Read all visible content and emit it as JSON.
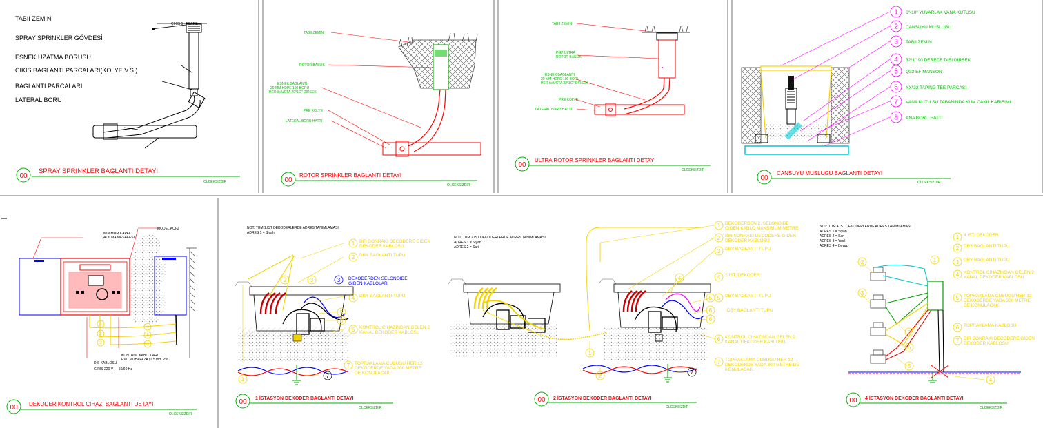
{
  "colors": {
    "frame": "#8c8c8c",
    "title_red": "#ff0000",
    "title_underline": "#00b000",
    "green_text": "#00d000",
    "magenta": "#ff00ff",
    "yellow": "#f2d400",
    "orange": "#ff9a00",
    "blue": "#0000ff",
    "cyan": "#00c8d2",
    "black": "#000000"
  },
  "panels": {
    "spray": {
      "title": "SPRAY SPRINKLER BAGLANTI DETAYI",
      "num": "00",
      "scale": "OLCEKSIZDIR",
      "labels": [
        "TABII ZEMIN",
        "SPRAY SPRINKLER GÖVDESİ",
        "ESNEK UZATMA BORUSU",
        "CIKIS BAGLANTI PARCALARI(KOLYE V.S.)",
        "BAGLANTI PARCALARI",
        "LATERAL BORU"
      ],
      "top_tag": "ÇIKIŞ 5 · FILTRE"
    },
    "rotor": {
      "title": "ROTOR SPRINKLER BAGLANTI DETAYI",
      "num": "00",
      "scale": "OLCEKSIZDIR",
      "labels": [
        "TABII ZEMIN",
        "ROTOR BASLIK",
        "ESNEK BAGLANTI",
        "20 MM HDPE 100 BORU",
        "HER iki UCTA 20*1/2\" DIRSEK",
        "PRE KOLYE",
        "LATERAL BORU HATTI"
      ]
    },
    "ultra": {
      "title": "ULTRA ROTOR SPRINKLER BAGLANTI DETAYI",
      "num": "00",
      "scale": "OLCEKSIZDIR",
      "labels": [
        "TABII ZEMIN",
        "PGP ULTRA",
        "ROTOR BASLIK",
        "ESNEK BAGLANTI",
        "20 MM HDPE 100 BORU",
        "HER iki UCTA 32*1/2\" DIRSEK",
        "PRE KOLYE",
        "LATERAL BORU HATTI"
      ]
    },
    "cansuyu": {
      "title": "CANSUYU MUSLUGU BAGLANTI DETAYI",
      "num": "00",
      "scale": "OLCEKSIZDIR",
      "legend": [
        {
          "n": "1",
          "text": "6\"-10\" YUVARLAK VANA KUTUSU"
        },
        {
          "n": "2",
          "text": "CANSUYU MUSLUGU"
        },
        {
          "n": "3",
          "text": "TABII ZEMIN"
        },
        {
          "n": "4",
          "text": "32*1\" 90 DERECE DISI DIRSEK"
        },
        {
          "n": "5",
          "text": "Q32 EF MANSON"
        },
        {
          "n": "6",
          "text": "XX*32 TAPING TEE PARCASI"
        },
        {
          "n": "7",
          "text": "VANA KUTU SU TABANINDA KUM CAKIL KARISIMI"
        },
        {
          "n": "8",
          "text": "ANA BORU HATTI"
        }
      ]
    },
    "dekoder": {
      "title": "DEKODER KONTROL CIHAZI BAGLANTI DETAYI",
      "num": "00",
      "scale": "OLCEKSIZDIR",
      "labels": [
        "MINIMUM KAPAK",
        "ACILMA MESAFESI",
        "MODEL ACI-2",
        "KONTROL KABLOLARI",
        "PVC MUHAFAZA (1.5 mm PVC",
        "DIS KABLOSU",
        "GIRIS 220 V — 50/60 Hz"
      ]
    },
    "ist1": {
      "title": "1 İSTASYON DEKODER BAGLANTI DETAYI",
      "num": "00",
      "scale": "OLCEKSIZDIR",
      "note": [
        "NOT: TUM 1.IST DEKODERLERDE ADRES TANIMLAMASI",
        "ADRES 1 = Siyah"
      ],
      "callouts": [
        {
          "n": "1",
          "text": "BIR SONRAKI DECODERE GIDEN DEKODER KABLOSU"
        },
        {
          "n": "2",
          "text": "DBY BAGLANTI TUPU"
        },
        {
          "n": "3",
          "text": "DEKODERDEN SELONOIDE GIDEN KABLOLAR"
        },
        {
          "n": "4",
          "text": "DBY BAGLANTI TUPU"
        },
        {
          "n": "5",
          "text": ""
        },
        {
          "n": "6",
          "text": "KONTROL CIHAZINDAN GELEN 2 KANAL DEKODER KABLOSU"
        },
        {
          "n": "7",
          "text": "TOPRAKLAMA CUBUGU HER 12 DEKODERDE YADA 300 METRE DE KONULACAK."
        }
      ]
    },
    "ist2": {
      "title": "2 İSTASYON DEKODER BAGLANTI DETAYI",
      "num": "00",
      "scale": "OLCEKSIZDIR",
      "note": [
        "NOT: TUM 2.IST DEKODERLERDE ADRES TANIMLAMASI",
        "ADRES 1 = Siyah",
        "ADRES 2 = Sari"
      ],
      "callouts": [
        {
          "n": "1",
          "text": "DEKODERDEN 2. SELONOIDE GIDEN KABLO MAKSIMUM METRE"
        },
        {
          "n": "2",
          "text": "BIR SONRAKI DECODERE GIDEN DEKODER KABLOSU"
        },
        {
          "n": "3",
          "text": "DBY BAGLANTI TUPU"
        },
        {
          "n": "4",
          "text": "2 IST. DEKODER"
        },
        {
          "n": "5",
          "text": "DBY BAGLANTI TUPU"
        },
        {
          "n": "6",
          "text": "DBY BAGLANTI TUPU"
        },
        {
          "n": "6b",
          "text": "KONTROL CIHAZINDAN GELEN 2 KANAL DEKODER KABLOSU"
        },
        {
          "n": "7",
          "text": "TOPRAKLAMA CUBUGU HER 12 DEKODERDE YADA 300 METRE DE KONULACAK."
        }
      ]
    },
    "ist4": {
      "title": "4 İSTASYON DEKODER BAGLANTI DETAYI",
      "num": "00",
      "scale": "OLCEKSIZDIR",
      "note": [
        "NOT: TUM 4.IST DEKODERLERDE ADRES TANIMLAMASI",
        "ADRES 1 = Siyah",
        "ADRES 2 = Sari",
        "ADRES 3 = Yesil",
        "ADRES 4 = Beyaz"
      ],
      "callouts": [
        {
          "n": "1",
          "text": "4 IST. DEKODER"
        },
        {
          "n": "2",
          "text": "DBY BAGLANTI TUPU"
        },
        {
          "n": "3",
          "text": "DBY BAGLANTI TUPU"
        },
        {
          "n": "4",
          "text": "KONTROL CIHAZINDAN GELEN 2 KANAL DEKODER KABLOSU"
        },
        {
          "n": "5",
          "text": "TOPRAKLAMA CUBUGU HER 12 DEKODERDE YADA 300 METRE DE KONULACAK."
        },
        {
          "n": "6",
          "text": "TOPRAKLAMA KABLOSU"
        },
        {
          "n": "7",
          "text": "BIR SONRAKI DECODERE GIDEN DEKODER KABLOSU"
        }
      ]
    }
  }
}
